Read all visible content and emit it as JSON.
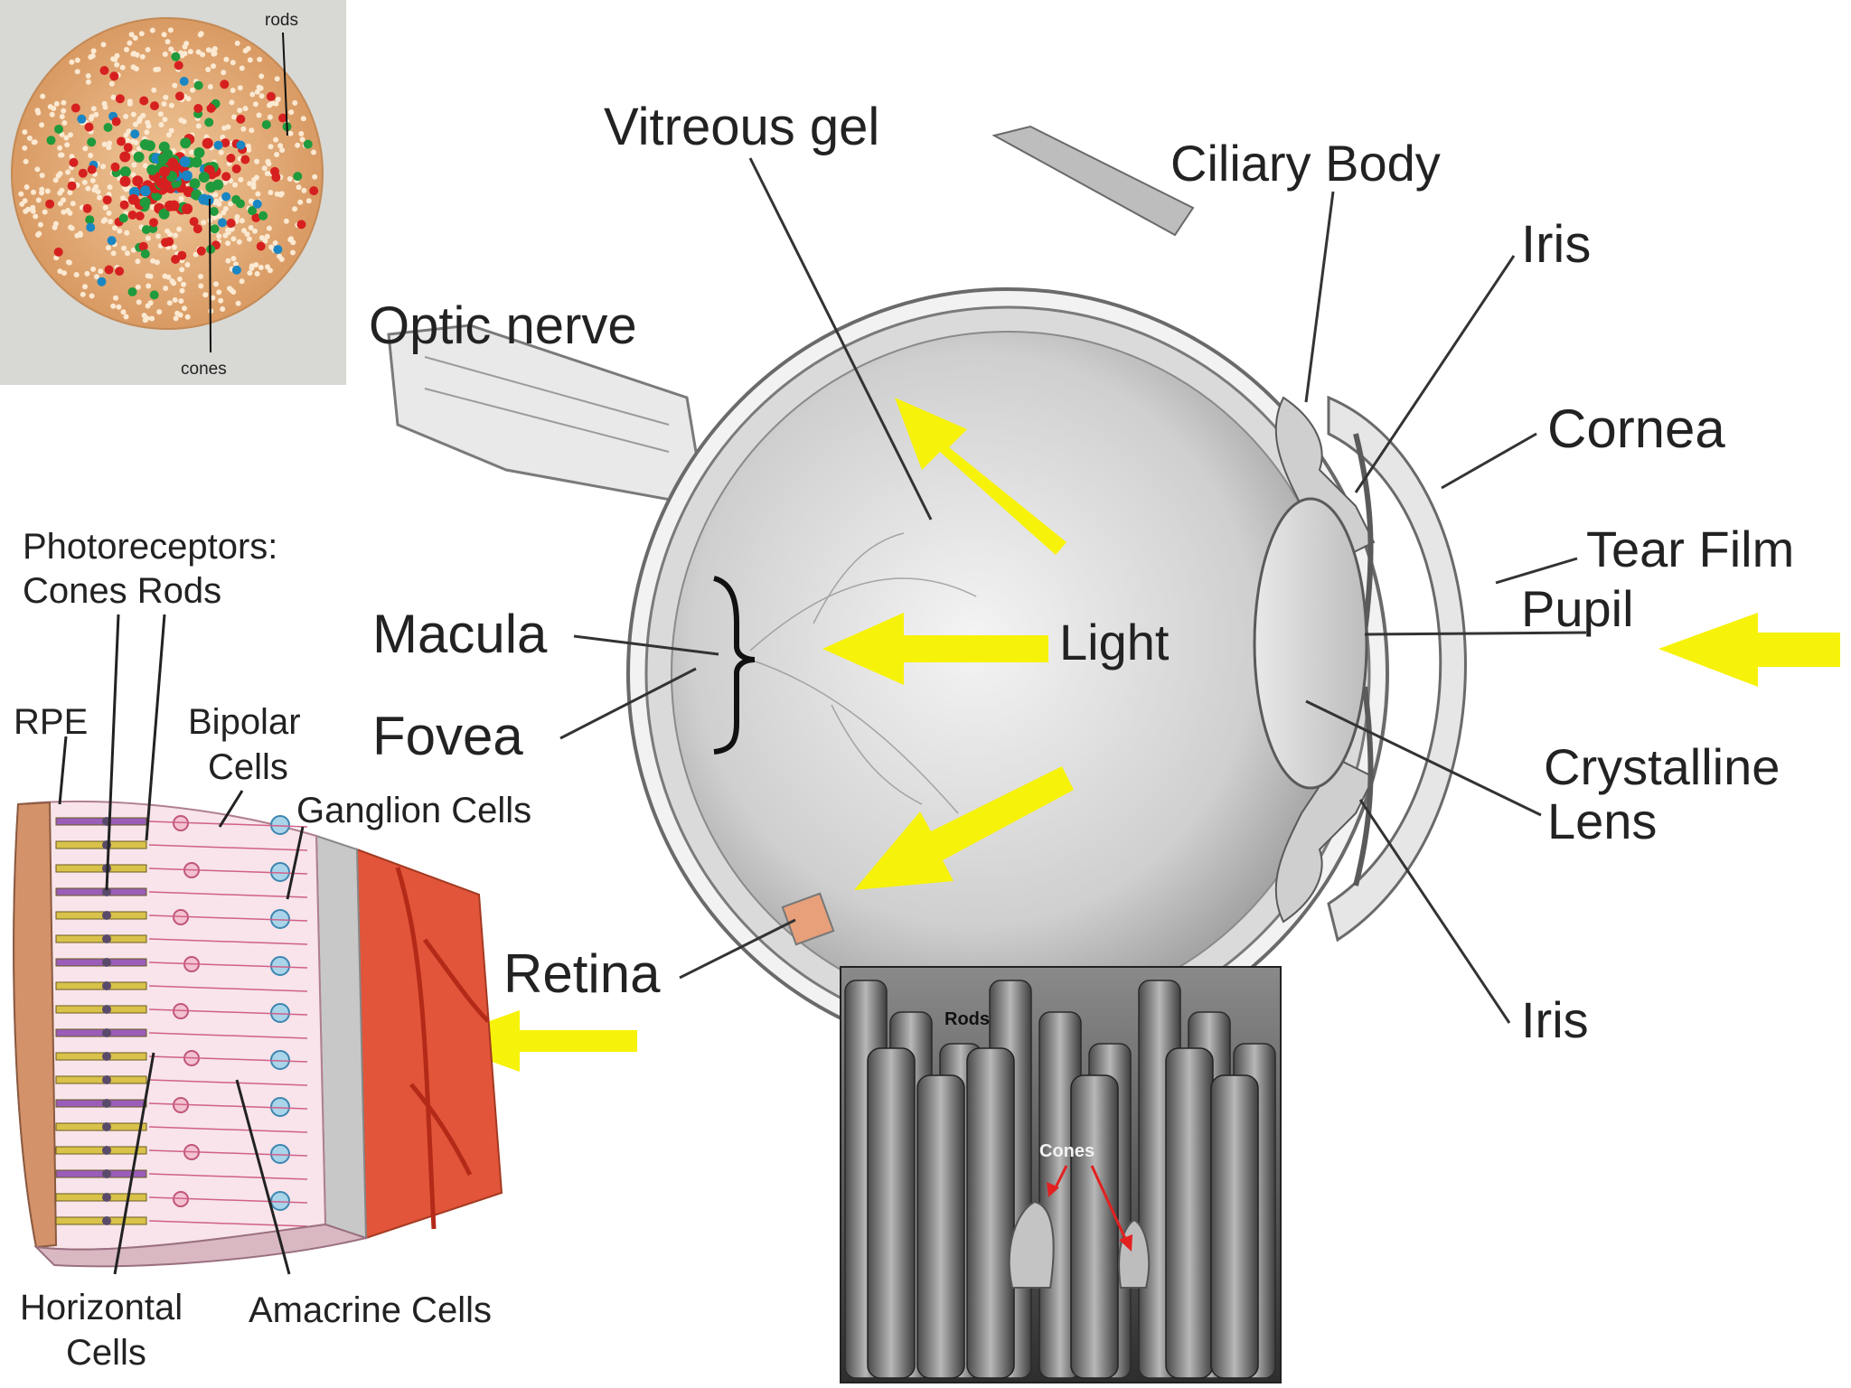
{
  "colors": {
    "background": "#ffffff",
    "arrow": "#f7f20a",
    "label": "#222222",
    "retina_red": "#e2553a"
  },
  "labels": {
    "vitreous_gel": "Vitreous gel",
    "ciliary_body": "Ciliary Body",
    "iris_top": "Iris",
    "optic_nerve": "Optic nerve",
    "cornea": "Cornea",
    "tear_film": "Tear Film",
    "pupil": "Pupil",
    "macula": "Macula",
    "fovea": "Fovea",
    "light": "Light",
    "crystalline": "Crystalline",
    "lens": "Lens",
    "retina": "Retina",
    "iris_bottom": "Iris"
  },
  "inset_mosaic": {
    "rods": "rods",
    "cones": "cones"
  },
  "retina_layers": {
    "photoreceptors": "Photoreceptors:",
    "cones_rods": "Cones Rods",
    "rpe": "RPE",
    "bipolar": "Bipolar",
    "cells": "Cells",
    "ganglion": "Ganglion Cells",
    "horizontal": "Horizontal",
    "horizontal_cells": "Cells",
    "amacrine": "Amacrine Cells"
  },
  "micrograph": {
    "rods": "Rods",
    "cones": "Cones"
  }
}
